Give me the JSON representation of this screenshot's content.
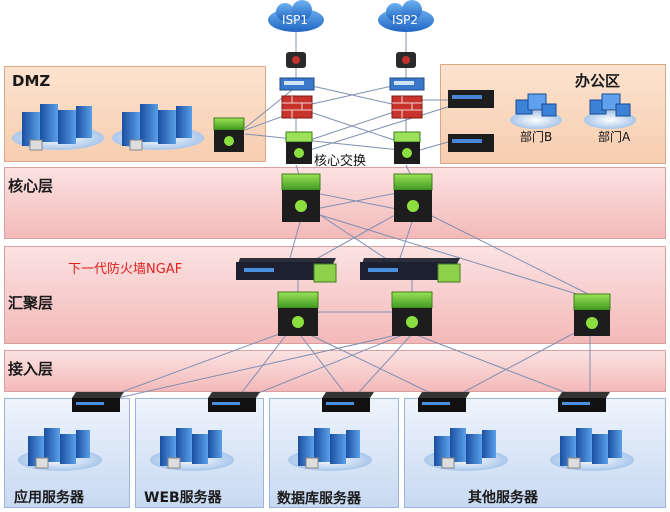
{
  "diagram": {
    "isp1": "ISP1",
    "isp2": "ISP2",
    "dmz": "DMZ",
    "office": "办公区",
    "dept_b": "部门B",
    "dept_a": "部门A",
    "core_switch": "核心交换",
    "core_layer": "核心层",
    "ngaf": "下一代防火墙NGAF",
    "aggregation_layer": "汇聚层",
    "access_layer": "接入层",
    "app_servers": "应用服务器",
    "web_servers": "WEB服务器",
    "db_servers": "数据库服务器",
    "other_servers": "其他服务器"
  },
  "colors": {
    "zone_orange": "#f7cdb0",
    "zone_pink": "#f4b9b9",
    "zone_blue": "#c7d9f2",
    "switch_green": "#6fcf3a",
    "firewall_red": "#c8332b",
    "cloud_blue": "#2f7fd6",
    "ngaf_label": "#e02020"
  },
  "icons": [
    "cloud-icon",
    "router-icon",
    "firewall-icon",
    "core-switch-icon",
    "l3-switch-icon",
    "ngaf-appliance-icon",
    "access-switch-icon",
    "server-cluster-icon",
    "pc-icon"
  ]
}
